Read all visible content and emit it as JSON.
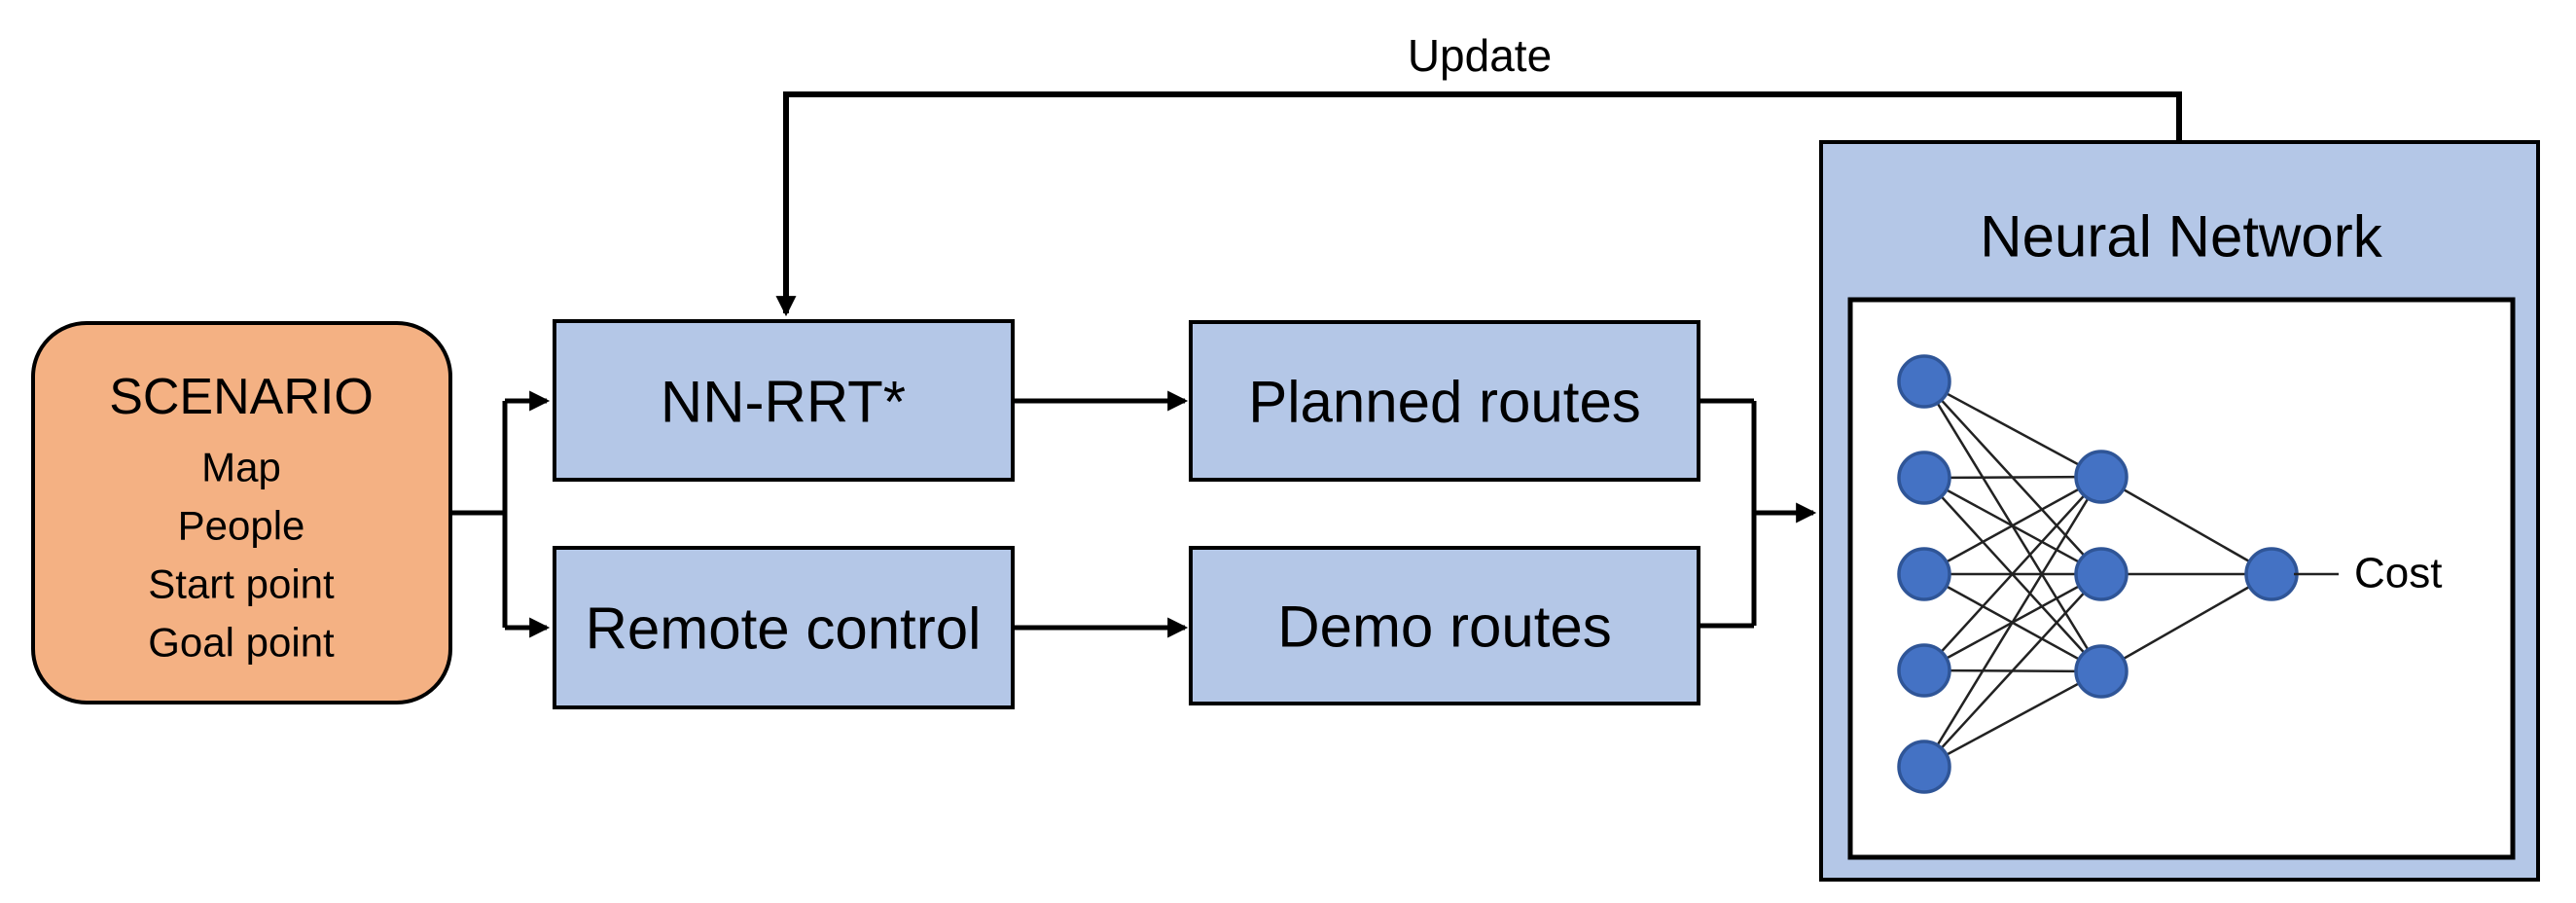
{
  "diagram": {
    "update_label": "Update",
    "scenario": {
      "title": "SCENARIO",
      "items": [
        "Map",
        "People",
        "Start point",
        "Goal point"
      ]
    },
    "boxes": {
      "nnrrt": "NN-RRT*",
      "remote": "Remote control",
      "planned": "Planned routes",
      "demo": "Demo routes"
    },
    "neural_network": {
      "title": "Neural Network",
      "layers": [
        5,
        3,
        1
      ],
      "output_label": "Cost"
    }
  },
  "colors": {
    "box_fill": "#B4C7E7",
    "scenario_fill": "#F4B183",
    "outline": "#000000",
    "node_fill": "#4472C4",
    "node_stroke": "#2F5597",
    "edge_line": "#222222"
  }
}
